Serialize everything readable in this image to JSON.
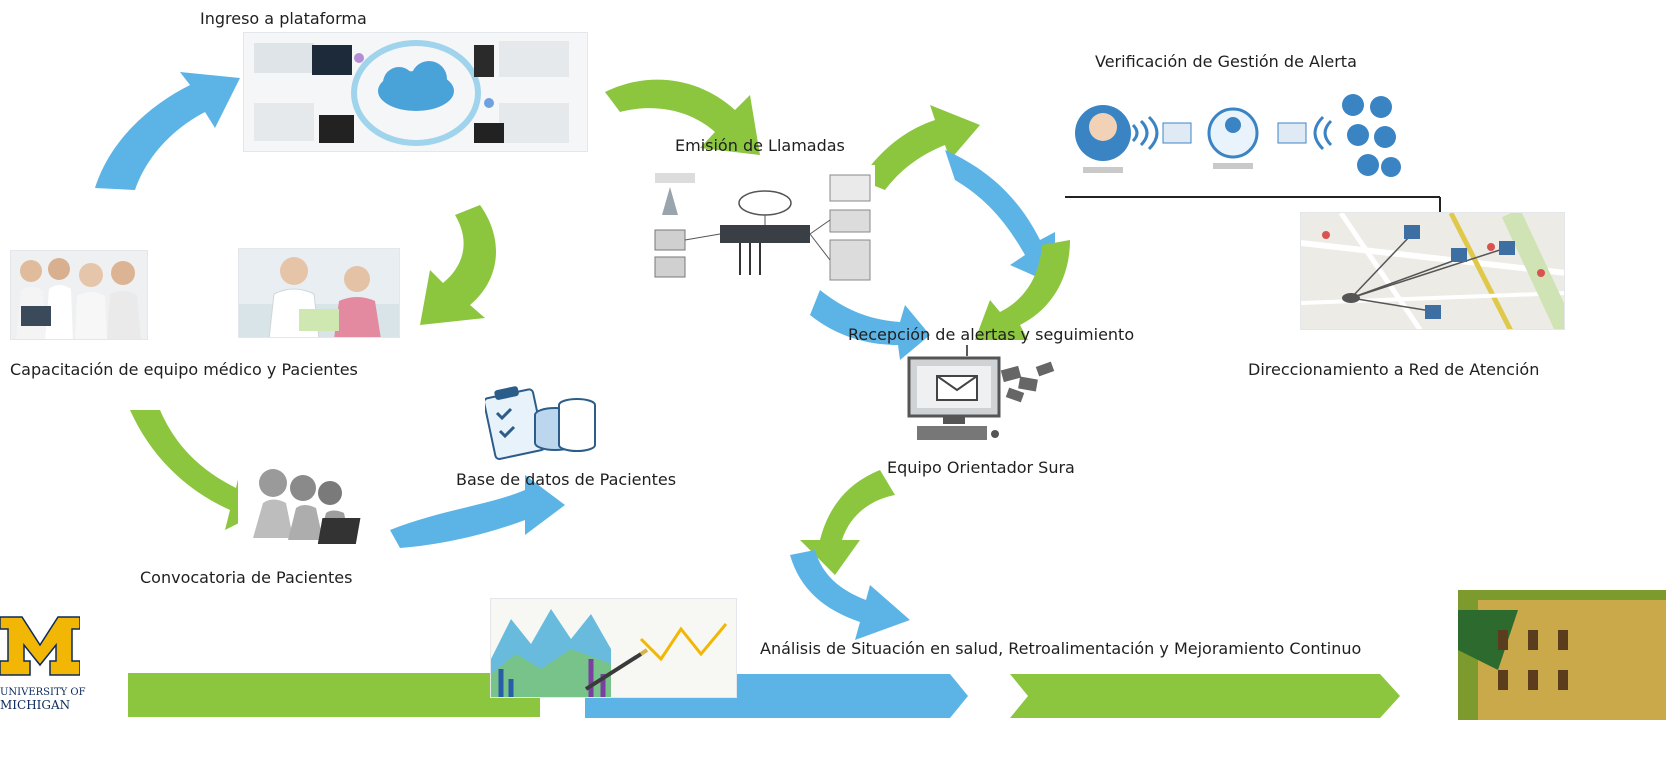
{
  "labels": {
    "ingreso": "Ingreso a plataforma",
    "verificacion": "Verificación de Gestión de Alerta",
    "emision": "Emisión de Llamadas",
    "recepcion": "Recepción de alertas y seguimiento",
    "capacitacion": "Capacitación de equipo médico y Pacientes",
    "direccionamiento": "Direccionamiento a Red de Atención",
    "base_datos": "Base de datos de Pacientes",
    "equipo": "Equipo Orientador Sura",
    "convocatoria": "Convocatoria de Pacientes",
    "analisis": "Análisis de Situación en salud, Retroalimentación y Mejoramiento Continuo"
  },
  "logo": {
    "letter": "M",
    "line1": "UNIVERSITY OF",
    "line2": "MICHIGAN"
  },
  "colors": {
    "green": "#8cc63f",
    "blue": "#5bb4e5",
    "maize": "#f2b705",
    "navy": "#0b2a5b"
  },
  "icons": [
    "cloud-platform-diagram",
    "doctor-patient-photo",
    "medical-team-photo",
    "call-center-operators-icon",
    "patient-database-icon",
    "phone-network-diagram",
    "email-computer-icon",
    "alert-management-diagram",
    "hospital-map",
    "analytics-charts-photo",
    "campus-building-photo"
  ]
}
